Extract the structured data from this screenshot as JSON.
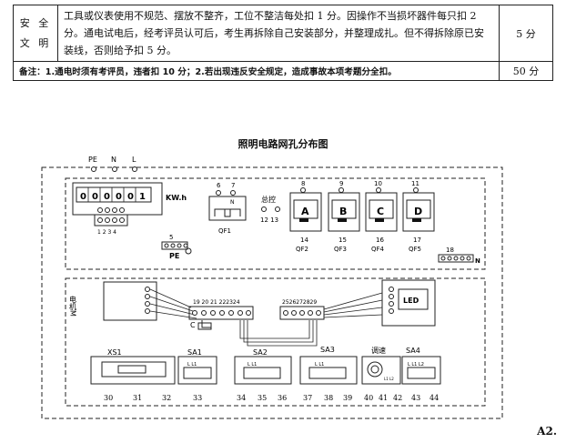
{
  "rows": [
    {
      "category": "安 全 文 明",
      "description": "工具或仪表使用不规范、摆放不整齐，工位不整洁每处扣 1 分。因操作不当损坏器件每只扣 2 分。通电试电后，经考评员认可后，考生再拆除自己安装部分，并整理成扎。但不得拆除原已安装线，否则给予扣 5 分。",
      "score": "5 分"
    },
    {
      "note": "备注：1.通电时须有考评员，违者扣 10 分；2.若出现违反安全规定，造成事故本项考题分全扣。",
      "score": "50 分"
    }
  ],
  "diagram": {
    "title": "照明电路网孔分布图",
    "supply_labels": [
      "PE",
      "N",
      "L"
    ],
    "meter": {
      "digits": [
        "0",
        "0",
        "0",
        "0",
        "0",
        "1"
      ],
      "unit": "KW.h",
      "terminals": "1 2 3 4"
    },
    "pe_bar": {
      "terminal": "5",
      "label": "PE"
    },
    "qf1": {
      "terminals": [
        "6",
        "7"
      ],
      "n_mark": "N",
      "label": "QF1"
    },
    "main_switch": {
      "label": "总控",
      "terminals": "12 13"
    },
    "breakers": [
      {
        "top": "8",
        "letter": "A",
        "bottom": "14",
        "label": "QF2"
      },
      {
        "top": "9",
        "letter": "B",
        "bottom": "15",
        "label": "QF3"
      },
      {
        "top": "10",
        "letter": "C",
        "bottom": "16",
        "label": "QF4"
      },
      {
        "top": "11",
        "letter": "D",
        "bottom": "17",
        "label": "QF5"
      }
    ],
    "n_bar": {
      "terminal": "18",
      "label": "N"
    },
    "motor": {
      "label": "电机M"
    },
    "capacitor": {
      "label": "C"
    },
    "terminal_block_left": "19  20  21 222324",
    "terminal_block_right": "2526272829",
    "led": {
      "label": "LED"
    },
    "devices": [
      {
        "label": "XS1",
        "terminals": [
          "30",
          "31",
          "32"
        ]
      },
      {
        "label": "SA1",
        "marks": "L  L1",
        "terminals": [
          "33"
        ]
      },
      {
        "label": "SA2",
        "marks": "L  L1",
        "terminals": [
          "34",
          "35",
          "36"
        ]
      },
      {
        "label": "SA3",
        "marks": "L  L1",
        "terminals": [
          "37",
          "38",
          "39"
        ]
      },
      {
        "label": "调速",
        "marks": "L1 L2",
        "terminals": [
          "40",
          "41",
          "42"
        ]
      },
      {
        "label": "SA4",
        "marks": "L  L1 L2",
        "terminals": [
          "43",
          "44"
        ]
      }
    ]
  },
  "page_code": "A2."
}
